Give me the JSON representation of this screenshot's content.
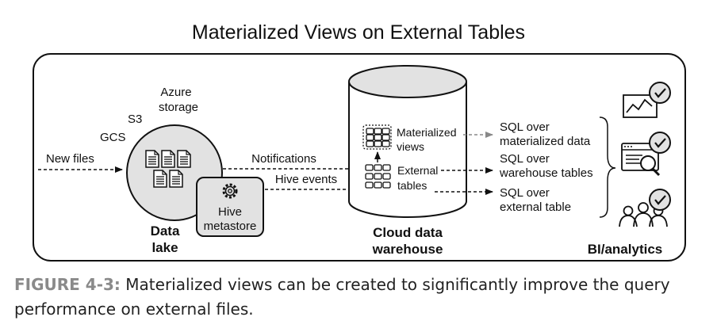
{
  "title": "Materialized Views on External Tables",
  "labels": {
    "new_files": "New files",
    "gcs": "GCS",
    "s3": "S3",
    "azure_line1": "Azure",
    "azure_line2": "storage",
    "hive_line1": "Hive",
    "hive_line2": "metastore",
    "data_lake_line1": "Data",
    "data_lake_line2": "lake",
    "notifications": "Notifications",
    "hive_events": "Hive events",
    "mat_views_line1": "Materialized",
    "mat_views_line2": "views",
    "ext_tables_line1": "External",
    "ext_tables_line2": "tables",
    "cdw_line1": "Cloud data",
    "cdw_line2": "warehouse",
    "sql1_line1": "SQL over",
    "sql1_line2": "materialized data",
    "sql2_line1": "SQL over",
    "sql2_line2": "warehouse tables",
    "sql3_line1": "SQL over",
    "sql3_line2": "external table",
    "bi": "BI/analytics"
  },
  "caption": {
    "figure_label": "FIGURE 4-3:",
    "text": "Materialized views can be created to significantly improve the query performance on external files."
  },
  "colors": {
    "accent_fill": "#e2e2e2",
    "stroke": "#111111",
    "caption_label": "#8a8a8a"
  }
}
